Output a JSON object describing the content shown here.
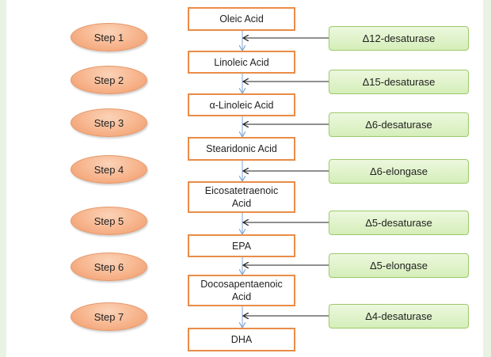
{
  "colors": {
    "step_fill": "#f7b48c",
    "acid_border": "#e98c48",
    "enzyme_fill": "#d5eeb9",
    "enzyme_border": "#9cc96a",
    "connector": "#7fa6d3",
    "arrow": "#222222"
  },
  "steps": [
    "Step 1",
    "Step 2",
    "Step 3",
    "Step 4",
    "Step 5",
    "Step 6",
    "Step 7"
  ],
  "acids": [
    "Oleic Acid",
    "Linoleic Acid",
    "α-Linoleic Acid",
    "Stearidonic Acid",
    "Eicosatetraenoic Acid",
    "EPA",
    "Docosapentaenoic Acid",
    "DHA"
  ],
  "enzymes": [
    "Δ12-desaturase",
    "Δ15-desaturase",
    "Δ6-desaturase",
    "Δ6-elongase",
    "Δ5-desaturase",
    "Δ5-elongase",
    "Δ4-desaturase"
  ]
}
